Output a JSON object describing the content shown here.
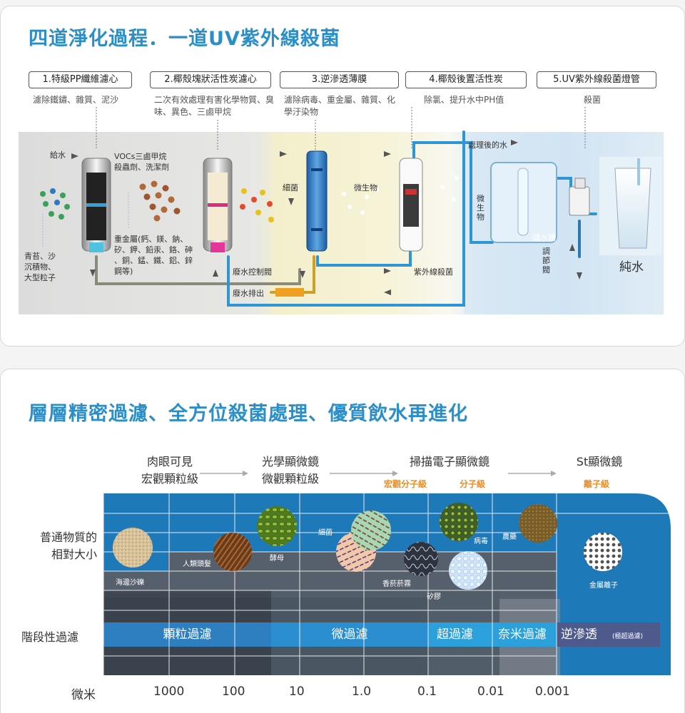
{
  "panel1": {
    "title": "四道淨化過程．一道UV紫外線殺菌",
    "stages": [
      {
        "label": "1.特級PP纖維濾心",
        "desc": "濾除鐵鏽、雜質、泥沙"
      },
      {
        "label": "2.椰殼塊狀活性炭濾心",
        "desc": "二次有效處理有害化學物質、臭味、異色、三鹵甲烷"
      },
      {
        "label": "3.逆滲透薄膜",
        "desc": "濾除病毒、重金屬、雜質、化學汙染物"
      },
      {
        "label": "4.椰殼後置活性炭",
        "desc": "除氯、提升水中PH值"
      },
      {
        "label": "5.UV紫外線殺菌燈管",
        "desc": "殺菌"
      }
    ],
    "labels": {
      "feed": "給水",
      "sediment": "青苔、沙\n沉積物、\n大型粒子",
      "vocs": "VOCs三鹵甲烷\n殺蟲劑、洗潔劑",
      "metals": "重金屬(鈣、鎂、鈉、\n矽、鉀、鉛汞、鉻、砷\n、銅、錳、鐵、鋁、鋅\n鋼等)",
      "bacteria": "細菌",
      "microbes": "微生物",
      "microbe_vertical": "微生物",
      "treated": "處理後的水",
      "tank": "儲水槽",
      "valve": "調節閥",
      "waste_valve": "廢水控制閥",
      "waste_out": "廢水排出",
      "uv": "紫外線殺菌",
      "pure": "純水"
    }
  },
  "panel2": {
    "title": "層層精密過濾、全方位殺菌處理、優質飲水再進化",
    "scopes": [
      {
        "line1": "肉眼可見",
        "line2": "宏觀顆粒級"
      },
      {
        "line1": "光學顯微鏡",
        "line2": "微觀顆粒級"
      },
      {
        "line1": "掃描電子顯微鏡",
        "line2": ""
      },
      {
        "line1": "St顯微鏡",
        "line2": ""
      }
    ],
    "sublevels": [
      "宏觀分子級",
      "分子級",
      "離子級"
    ],
    "row_label_1": "普通物質的\n相對大小",
    "row_label_2": "階段性過濾",
    "particles": {
      "sand": "海邊沙礫",
      "hair": "人類頭髮",
      "yeast": "酵母",
      "bacteria": "細菌",
      "smoke": "香菸菸霧",
      "virus": "病毒",
      "pesticide": "農藥",
      "silica": "矽膠",
      "metal_ion": "金屬離子"
    },
    "stages": [
      "顆粒過濾",
      "微過濾",
      "超過濾",
      "奈米過濾",
      "逆滲透"
    ],
    "ro_note": "(極超過濾)",
    "unit": "微米",
    "ticks": [
      "1000",
      "100",
      "10",
      "1.0",
      "0.1",
      "0.01",
      "0.001"
    ]
  },
  "colors": {
    "accent_blue": "#2a8ec9",
    "dark_blue": "#1565a8",
    "orange": "#f08b1e"
  }
}
